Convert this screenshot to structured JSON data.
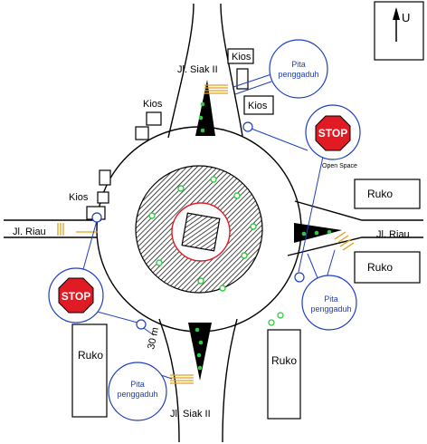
{
  "north_label": "U",
  "roads": {
    "north": "Jl. Siak II",
    "south": "Jl. Siak II",
    "west": "Jl. Riau",
    "east": "Jl. Riau"
  },
  "kios": [
    "Kios",
    "Kios",
    "Kios",
    "Kios"
  ],
  "ruko": [
    "Ruko",
    "Ruko",
    "Ruko",
    "Ruko"
  ],
  "open_space": "Open Space",
  "distance": "30 m",
  "stop_sign": "STOP",
  "pita": {
    "word1": "Pita",
    "word2": "penggaduh"
  },
  "colors": {
    "callout": "#1f3fbf",
    "stop": "#e01b24",
    "crossing": "#e0a020",
    "tree": "#2ecc40",
    "monument": "#e01b24"
  }
}
